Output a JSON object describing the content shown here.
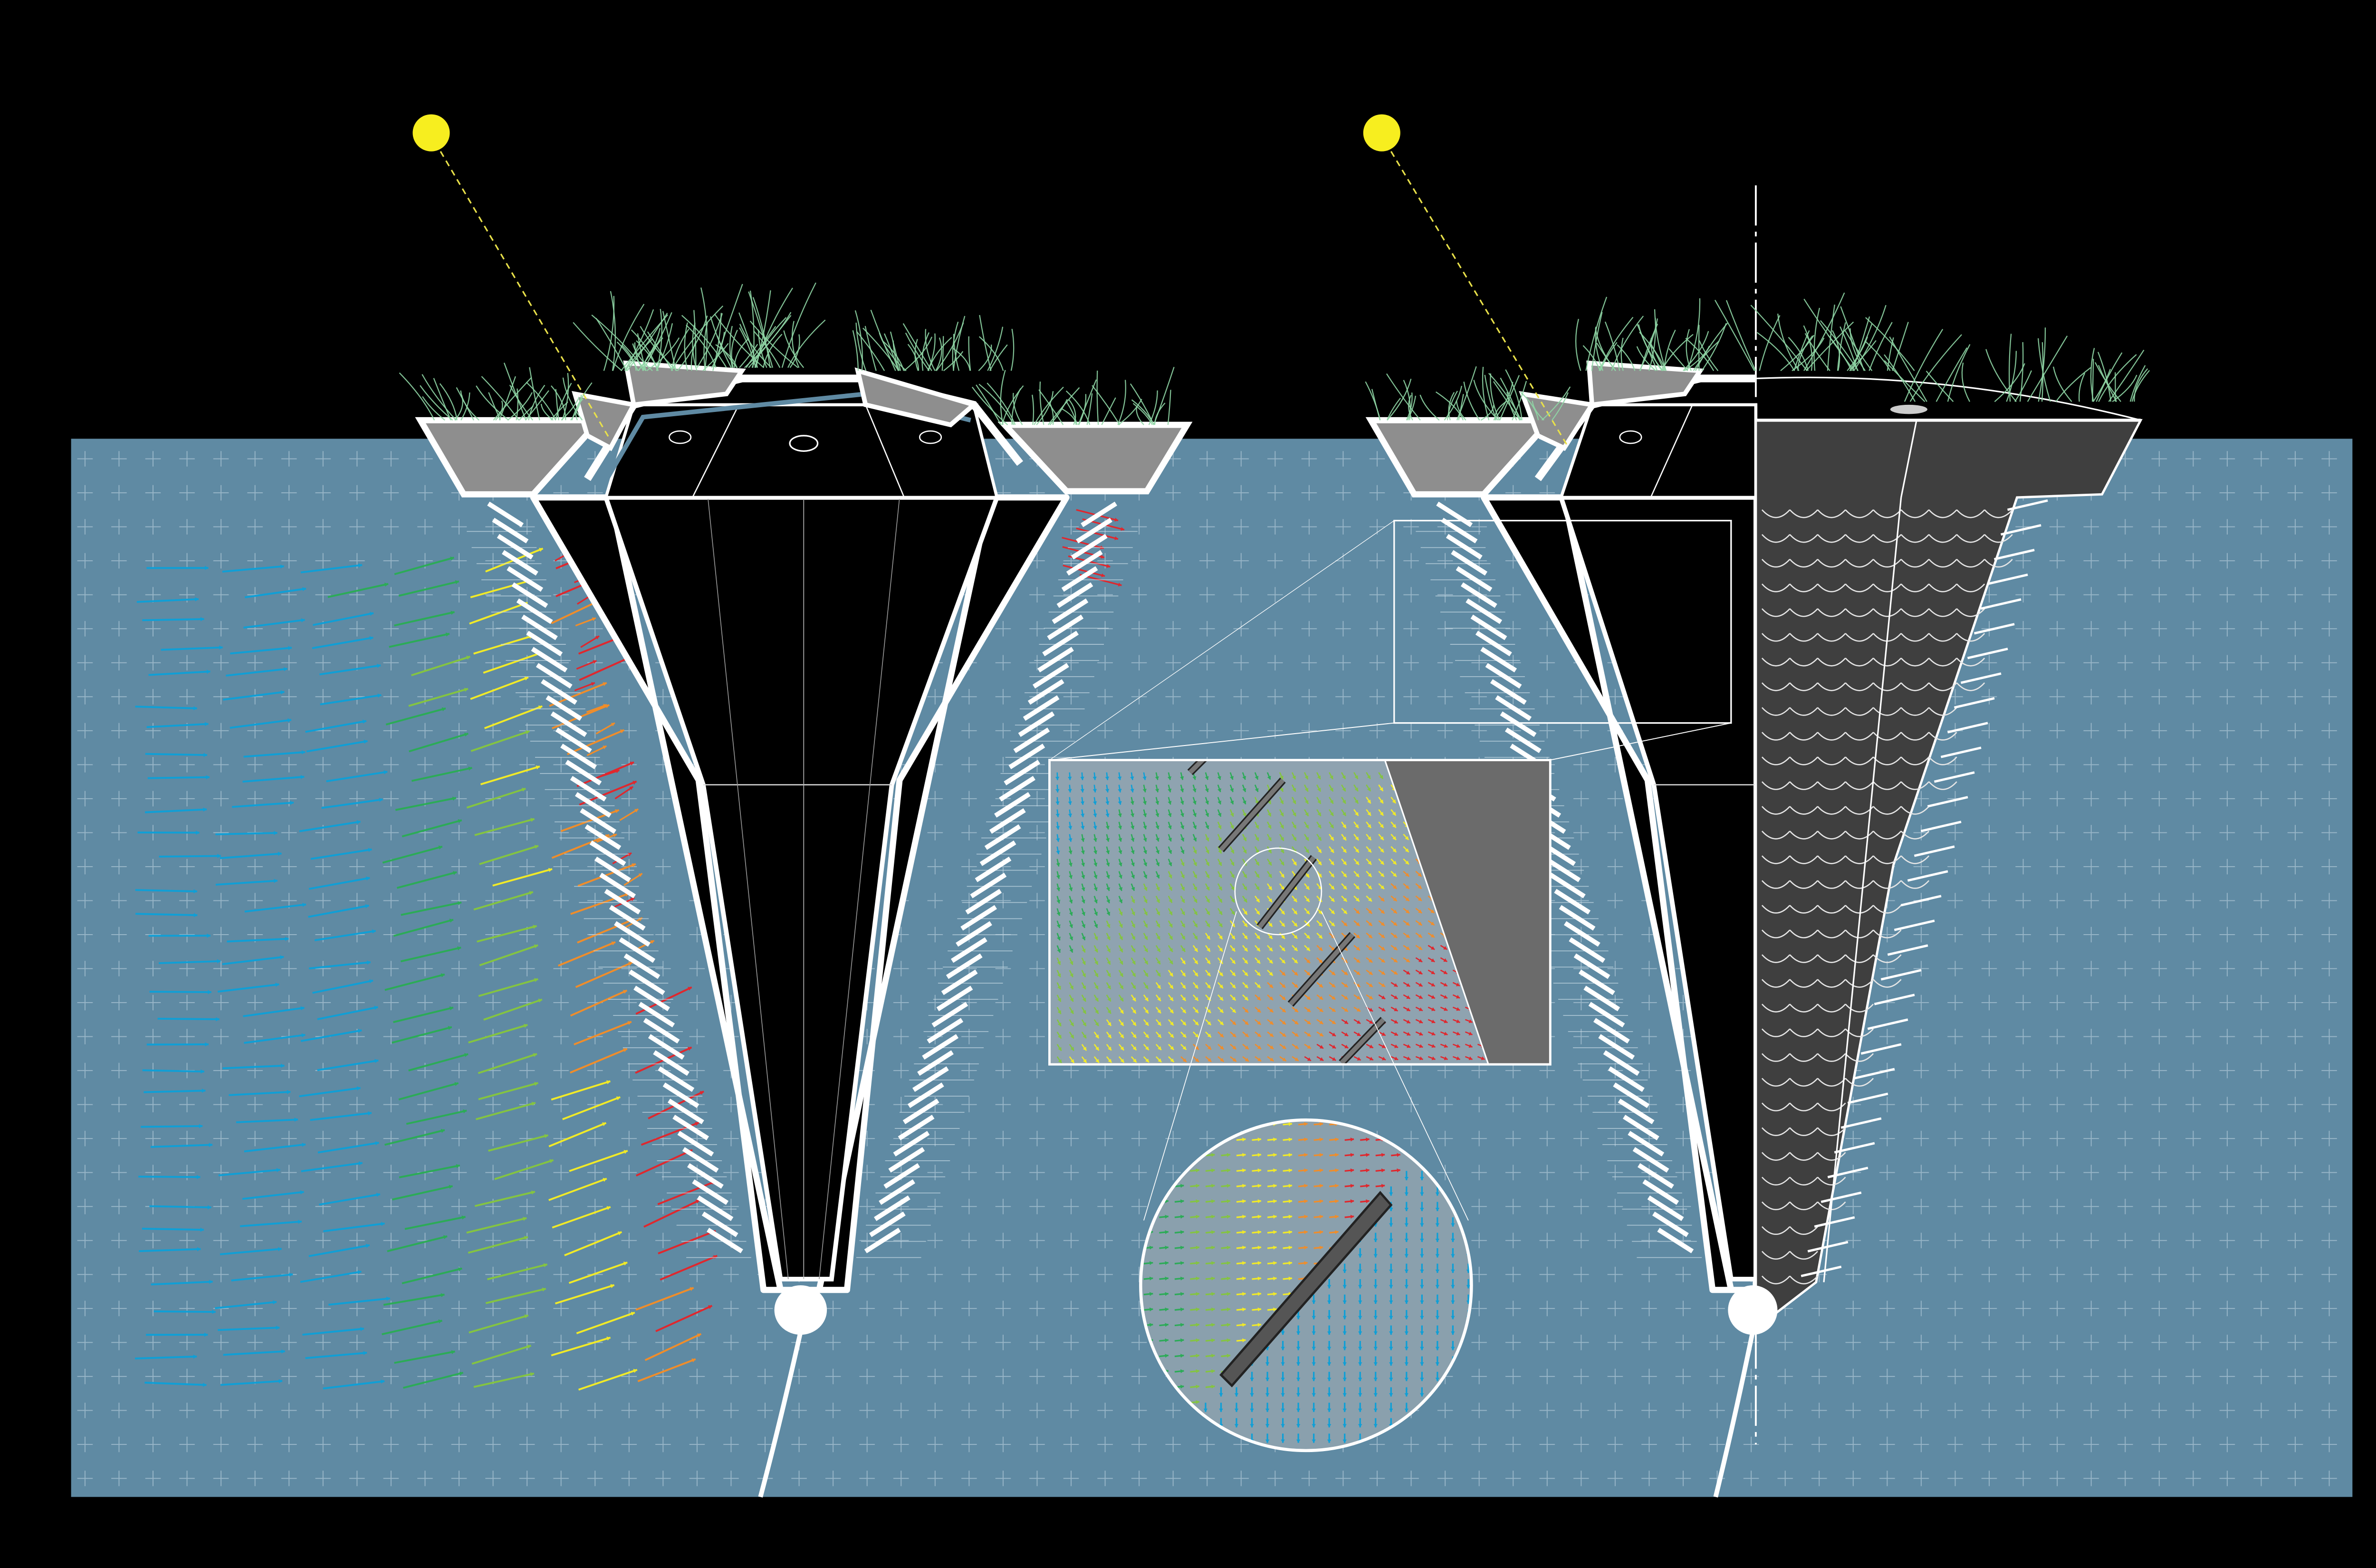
{
  "colors": {
    "background": "#000000",
    "water": "#5f8aa3",
    "grid": "#a9c3d3",
    "structure_outline": "#ffffff",
    "structure_body": "#000000",
    "planter": "#8e8e8e",
    "vegetation": "#8fd6a5",
    "sun": "#f7ee1f",
    "sun_ray": "#e8e04a",
    "fin": "#ffffff",
    "cutaway_body": "#3f3f3f",
    "panel_gray": "#6b6b6b",
    "flow_low": "#0f9fd6",
    "flow_mid_low": "#2cab57",
    "flow_mid": "#84c441",
    "flow_mid_high": "#f1ea27",
    "flow_high": "#f08d2a",
    "flow_max": "#e0272d"
  },
  "icons": {
    "sun": "sun-icon",
    "vegetation": "plant-icon",
    "flow_arrow": "arrow-right-icon"
  },
  "legend_scale": [
    "flow_low",
    "flow_mid_low",
    "flow_mid",
    "flow_mid_high",
    "flow_high",
    "flow_max"
  ]
}
